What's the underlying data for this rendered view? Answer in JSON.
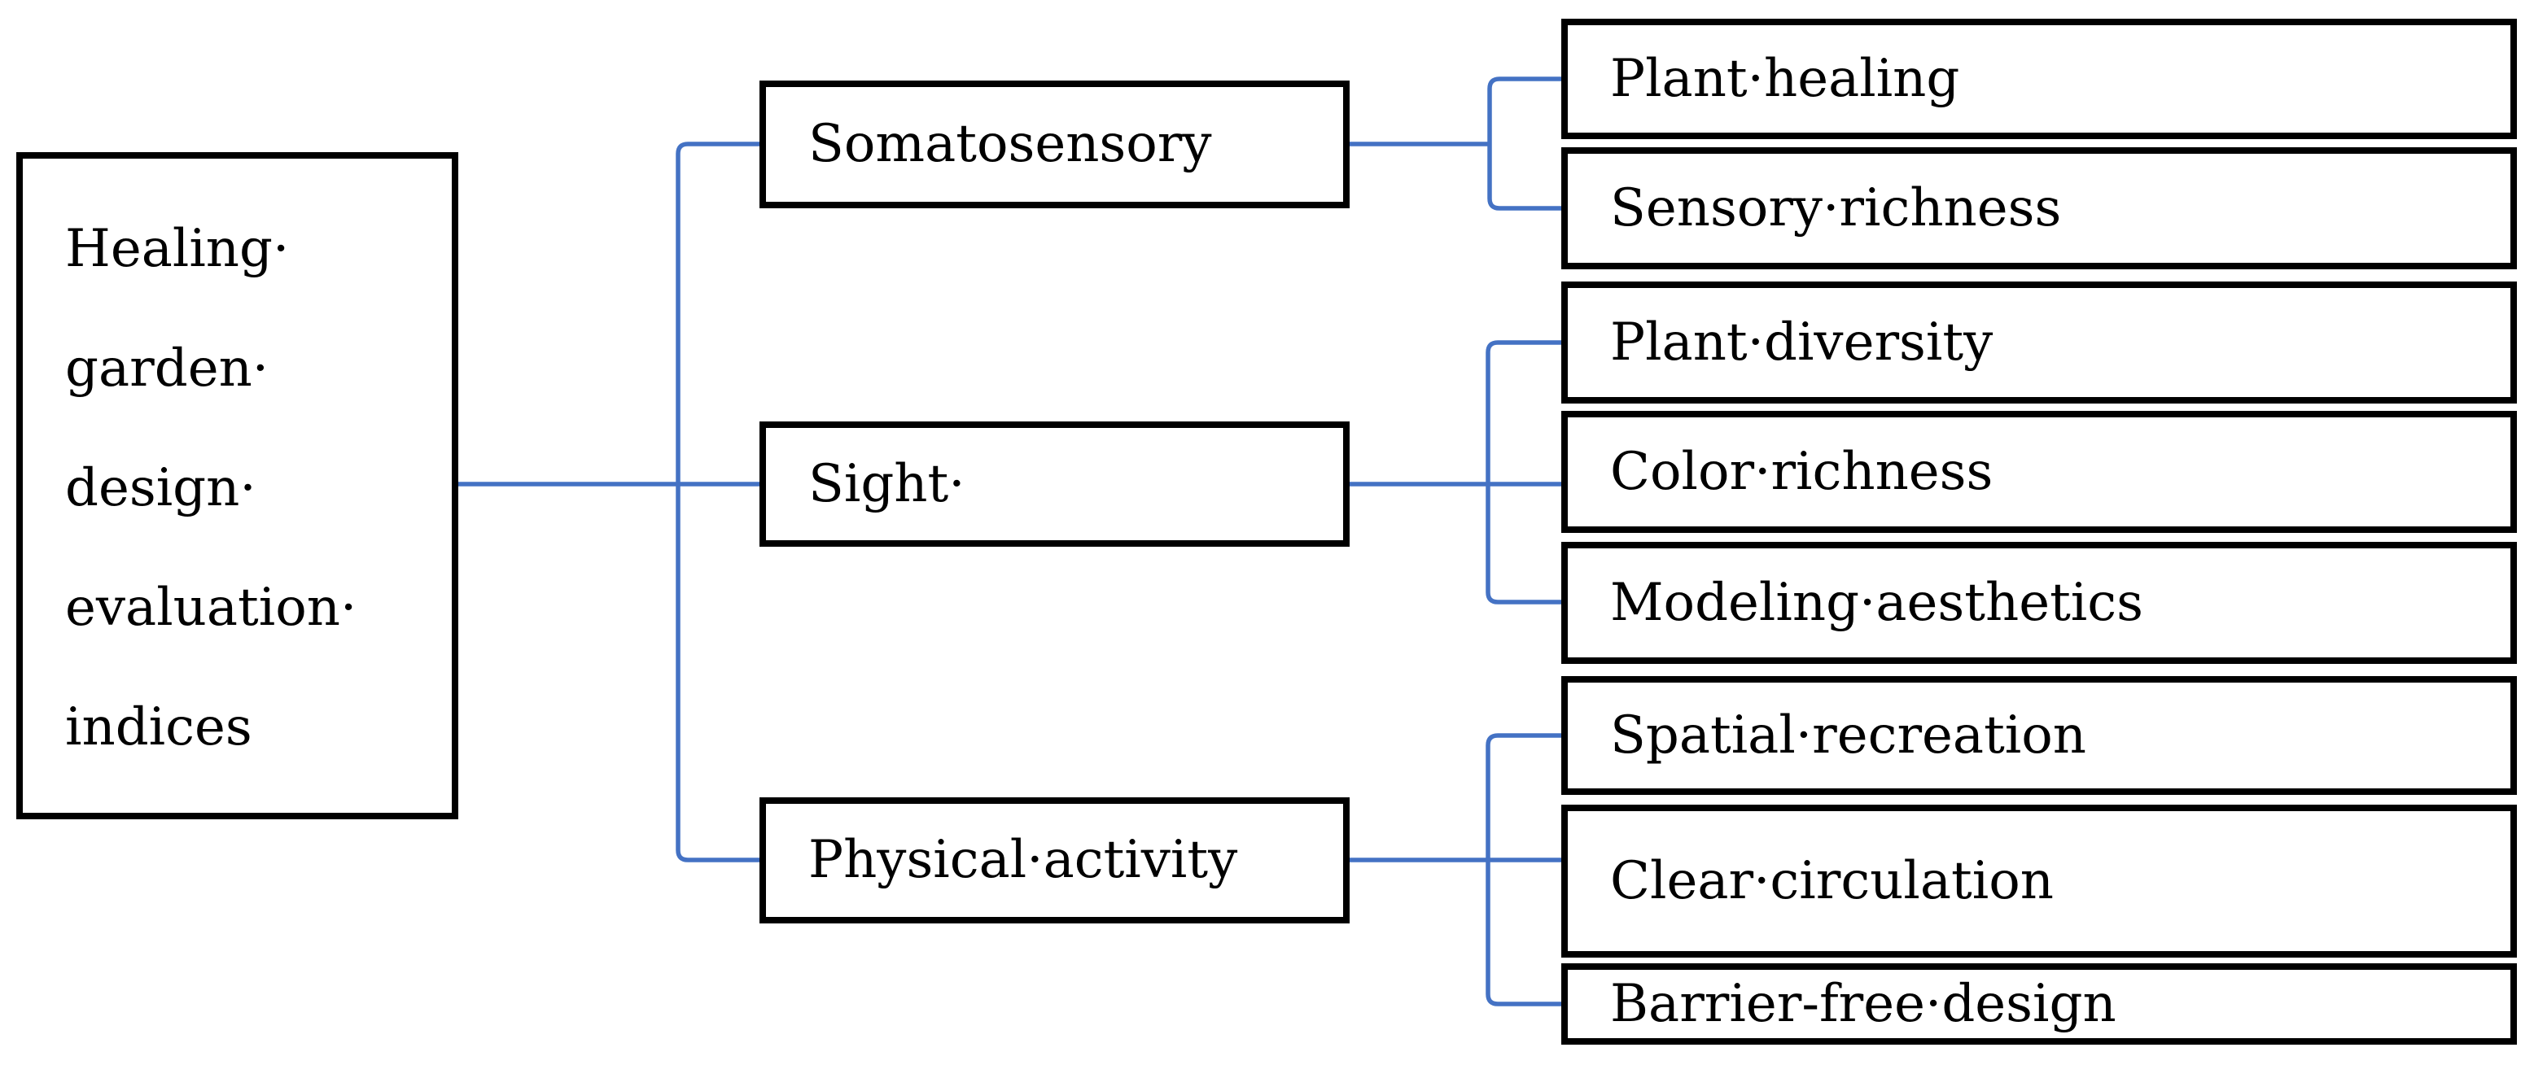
{
  "diagram": {
    "title": "Healing garden design evaluation indices hierarchy",
    "colors": {
      "connector": "#4472C4",
      "box_border": "#000000",
      "box_fill": "#ffffff",
      "text": "#000000"
    },
    "root": {
      "label": "Healing·\ngarden·  design·\nevaluation·\nindices"
    },
    "categories": [
      {
        "label": "Somatosensory",
        "children": [
          "Plant·healing",
          "Sensory·richness"
        ]
      },
      {
        "label": "Sight·",
        "children": [
          "Plant·diversity",
          "Color·richness",
          "Modeling·aesthetics"
        ]
      },
      {
        "label": "Physical·activity",
        "children": [
          "Spatial·recreation",
          "Clear·circulation",
          "Barrier-free·design"
        ]
      }
    ]
  }
}
